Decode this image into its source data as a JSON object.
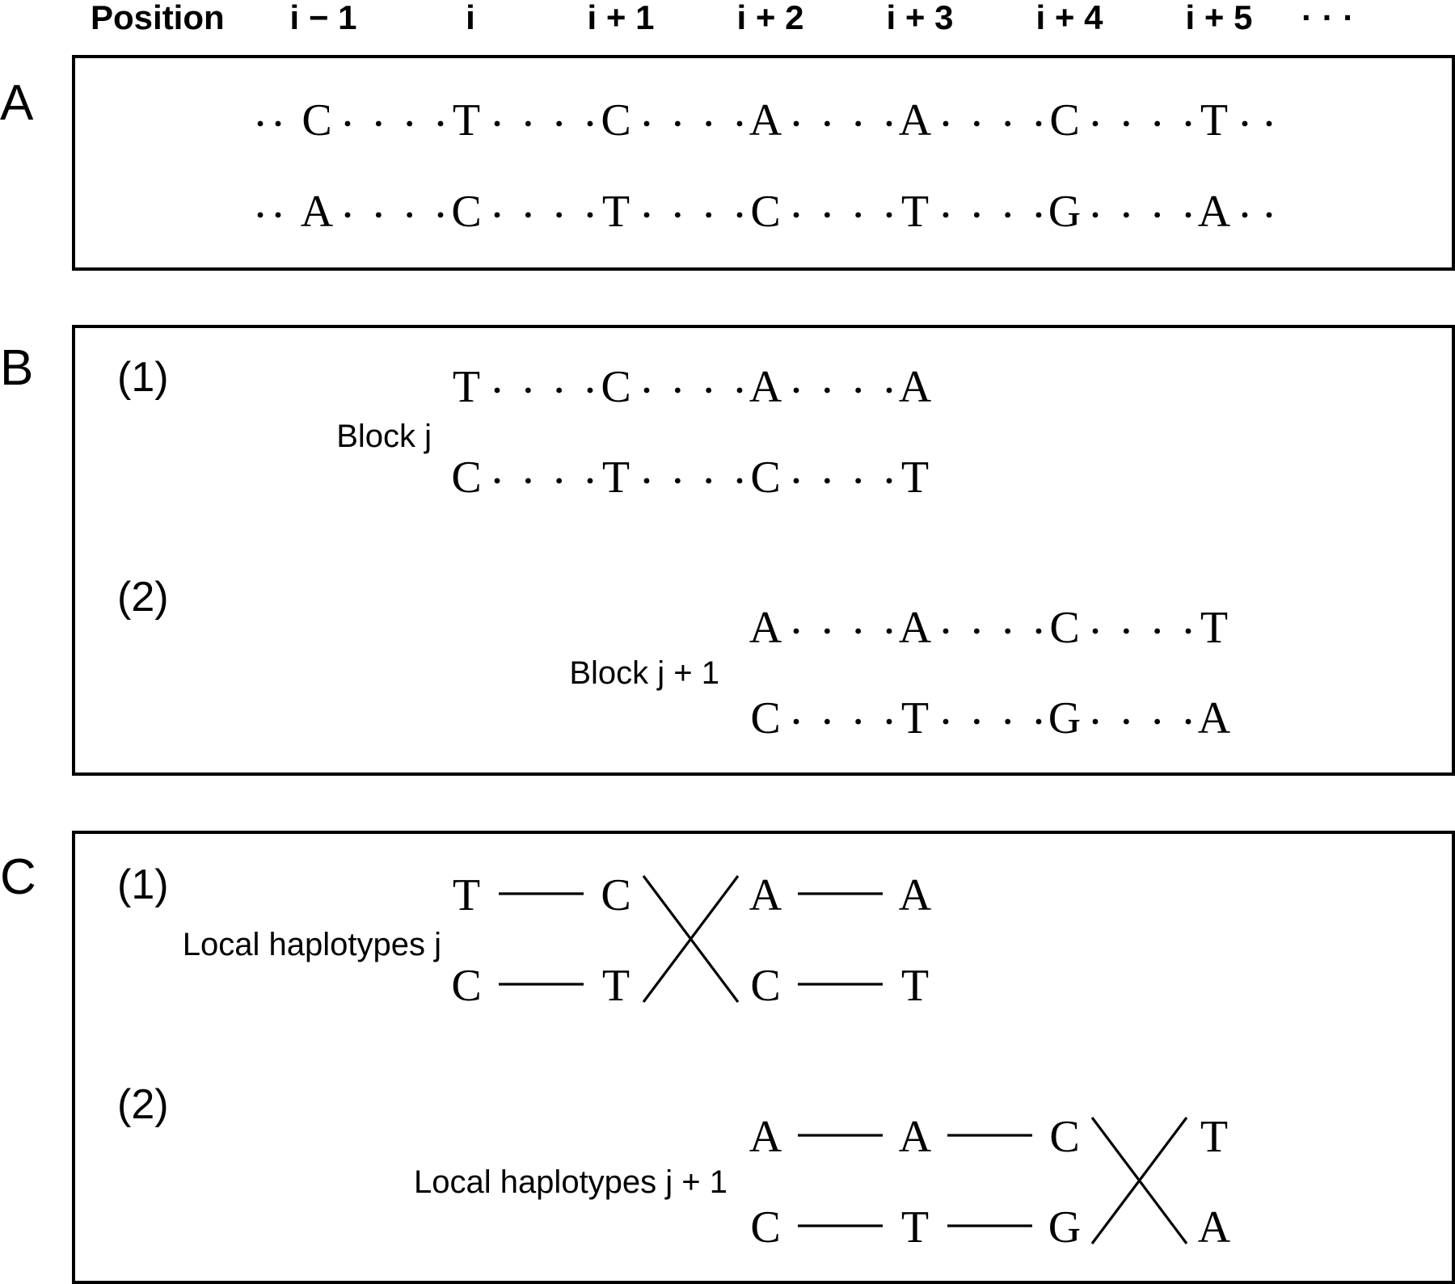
{
  "header": {
    "label": "Position",
    "positions": [
      "i − 1",
      "i",
      "i + 1",
      "i + 2",
      "i + 3",
      "i + 4",
      "i + 5"
    ],
    "trailing": "· · ·"
  },
  "panel_a": {
    "label": "A",
    "rows": [
      [
        "C",
        "T",
        "C",
        "A",
        "A",
        "C",
        "T"
      ],
      [
        "A",
        "C",
        "T",
        "C",
        "T",
        "G",
        "A"
      ]
    ]
  },
  "panel_b": {
    "label": "B",
    "sub1": {
      "tag": "(1)",
      "block_label": "Block j",
      "rows": [
        [
          "T",
          "C",
          "A",
          "A"
        ],
        [
          "C",
          "T",
          "C",
          "T"
        ]
      ]
    },
    "sub2": {
      "tag": "(2)",
      "block_label": "Block j + 1",
      "rows": [
        [
          "A",
          "A",
          "C",
          "T"
        ],
        [
          "C",
          "T",
          "G",
          "A"
        ]
      ]
    }
  },
  "panel_c": {
    "label": "C",
    "sub1": {
      "tag": "(1)",
      "block_label": "Local haplotypes j",
      "rows": [
        [
          "T",
          "C",
          "A",
          "A"
        ],
        [
          "C",
          "T",
          "C",
          "T"
        ]
      ]
    },
    "sub2": {
      "tag": "(2)",
      "block_label": "Local haplotypes j + 1",
      "rows": [
        [
          "A",
          "A",
          "C",
          "T"
        ],
        [
          "C",
          "T",
          "G",
          "A"
        ]
      ]
    }
  },
  "colors": {
    "ink": "#000000",
    "background": "#ffffff"
  }
}
